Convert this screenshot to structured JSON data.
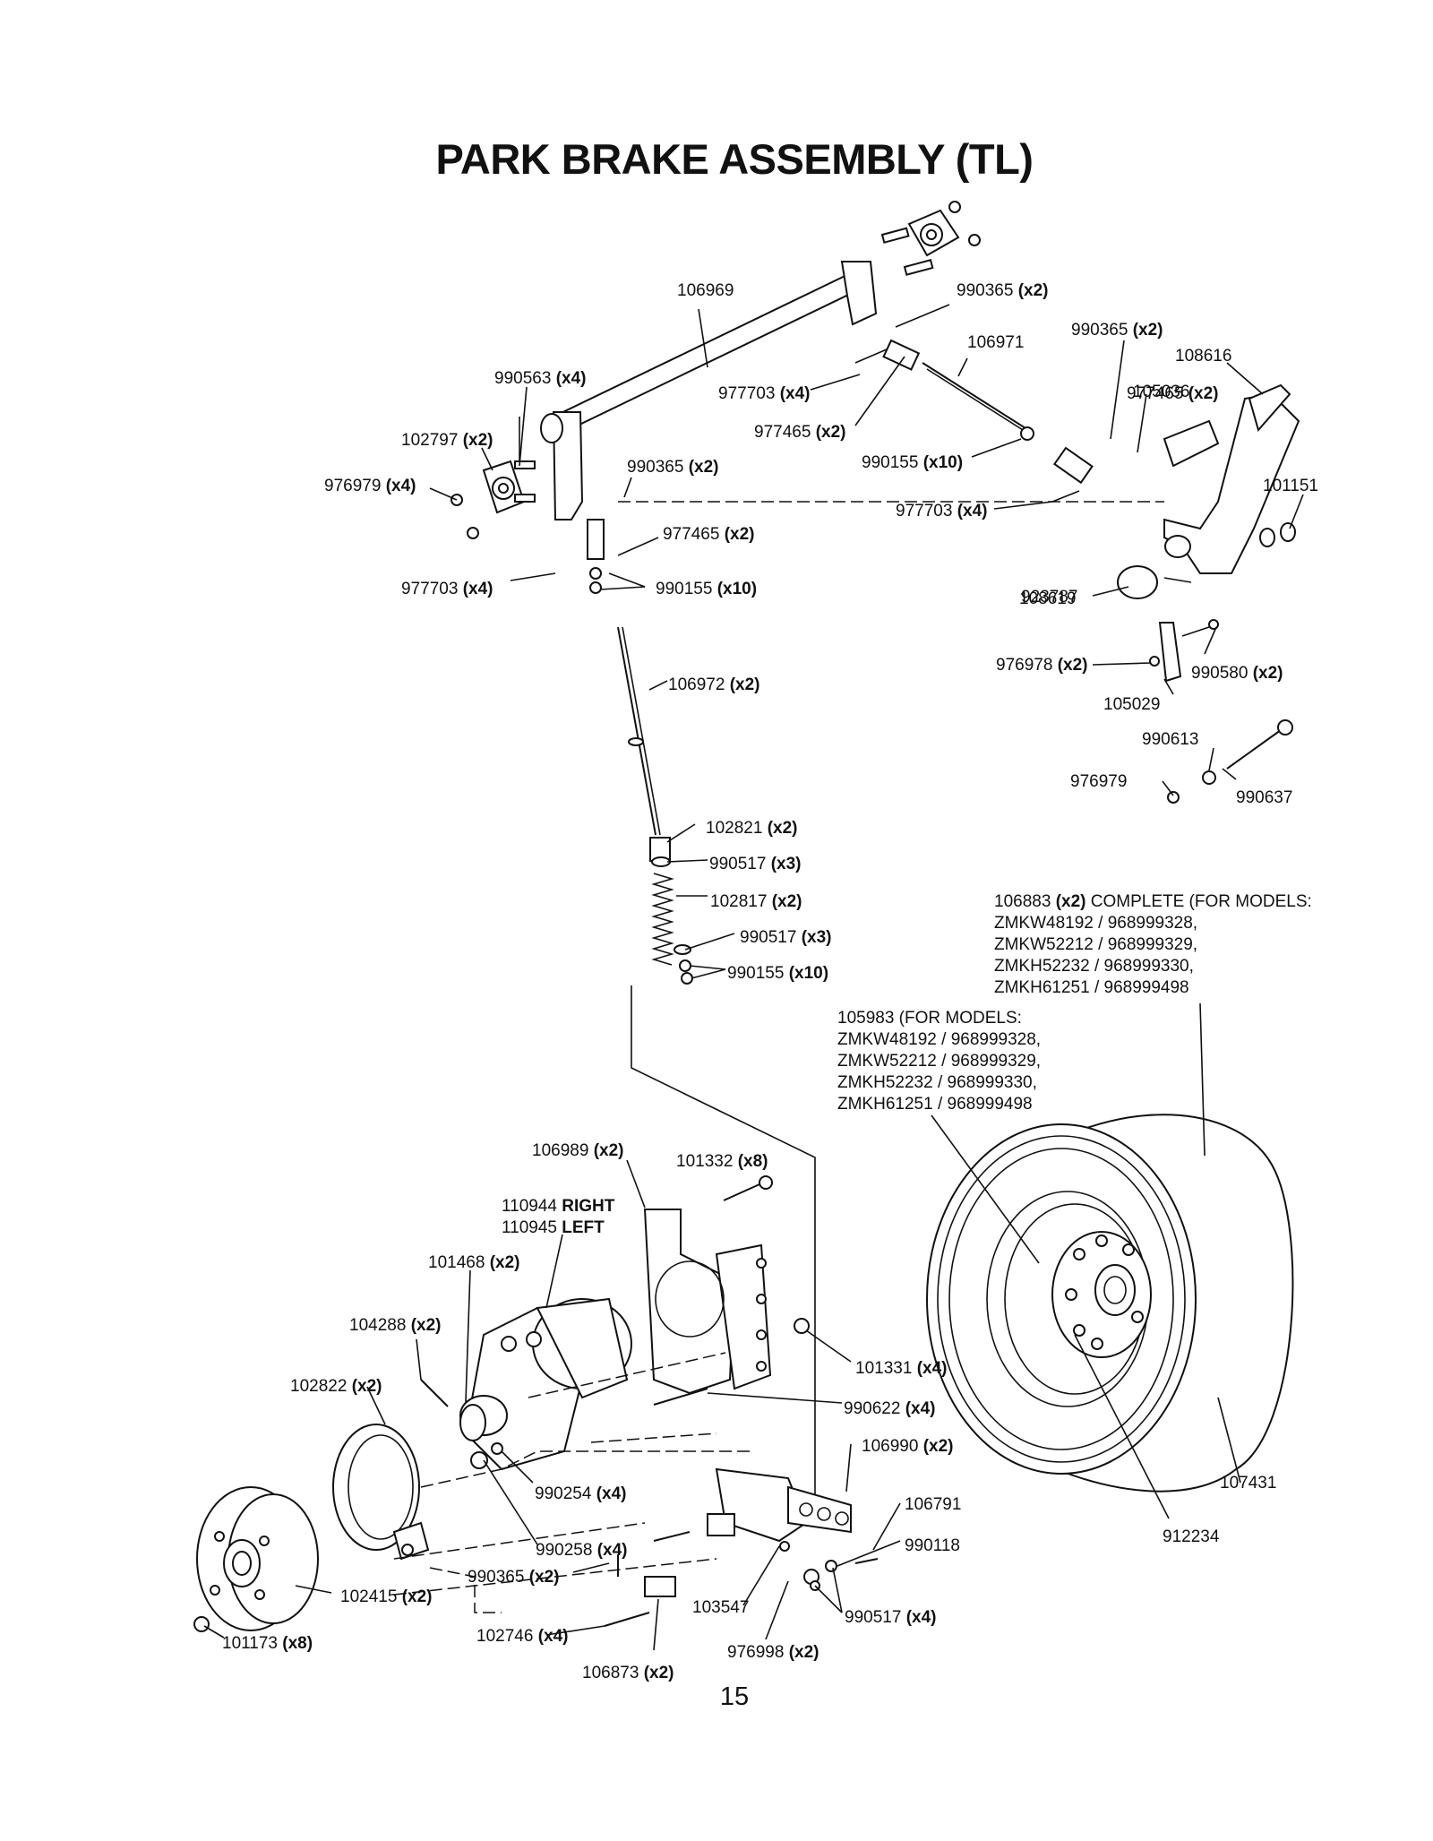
{
  "title": "PARK BRAKE ASSEMBLY (TL)",
  "page_number": "15",
  "callouts": [
    {
      "part": "106969",
      "qty": ""
    },
    {
      "part": "990365",
      "qty": "(x2)"
    },
    {
      "part": "990365",
      "qty": "(x2)"
    },
    {
      "part": "106971",
      "qty": ""
    },
    {
      "part": "108616",
      "qty": ""
    },
    {
      "part": "990563",
      "qty": "(x4)"
    },
    {
      "part": "977703",
      "qty": "(x4)"
    },
    {
      "part": "977465",
      "qty": "(x2)"
    },
    {
      "part": "105036",
      "qty": ""
    },
    {
      "part": "102797",
      "qty": "(x2)"
    },
    {
      "part": "977465",
      "qty": "(x2)"
    },
    {
      "part": "976979",
      "qty": "(x4)"
    },
    {
      "part": "990365",
      "qty": "(x2)"
    },
    {
      "part": "990155",
      "qty": "(x10)"
    },
    {
      "part": "101151",
      "qty": ""
    },
    {
      "part": "977703",
      "qty": "(x4)"
    },
    {
      "part": "977465",
      "qty": "(x2)"
    },
    {
      "part": "977703",
      "qty": "(x4)"
    },
    {
      "part": "990155",
      "qty": "(x10)"
    },
    {
      "part": "923787",
      "qty": ""
    },
    {
      "part": "108619",
      "qty": ""
    },
    {
      "part": "976978",
      "qty": "(x2)"
    },
    {
      "part": "990580",
      "qty": "(x2)"
    },
    {
      "part": "105029",
      "qty": ""
    },
    {
      "part": "106972",
      "qty": "(x2)"
    },
    {
      "part": "990613",
      "qty": ""
    },
    {
      "part": "976979",
      "qty": ""
    },
    {
      "part": "990637",
      "qty": ""
    },
    {
      "part": "102821",
      "qty": "(x2)"
    },
    {
      "part": "990517",
      "qty": "(x3)"
    },
    {
      "part": "102817",
      "qty": "(x2)"
    },
    {
      "part": "990517",
      "qty": "(x3)"
    },
    {
      "part": "990155",
      "qty": "(x10)"
    },
    {
      "part": "106989",
      "qty": "(x2)"
    },
    {
      "part": "101332",
      "qty": "(x8)"
    },
    {
      "part": "101468",
      "qty": "(x2)"
    },
    {
      "part": "104288",
      "qty": "(x2)"
    },
    {
      "part": "101331",
      "qty": "(x4)"
    },
    {
      "part": "102822",
      "qty": "(x2)"
    },
    {
      "part": "990622",
      "qty": "(x4)"
    },
    {
      "part": "106990",
      "qty": "(x2)"
    },
    {
      "part": "990254",
      "qty": "(x4)"
    },
    {
      "part": "106791",
      "qty": ""
    },
    {
      "part": "990258",
      "qty": "(x4)"
    },
    {
      "part": "990118",
      "qty": ""
    },
    {
      "part": "990365",
      "qty": "(x2)"
    },
    {
      "part": "102415",
      "qty": "(x2)"
    },
    {
      "part": "103547",
      "qty": ""
    },
    {
      "part": "990517",
      "qty": "(x4)"
    },
    {
      "part": "102746",
      "qty": "(x4)"
    },
    {
      "part": "976998",
      "qty": "(x2)"
    },
    {
      "part": "101173",
      "qty": "(x8)"
    },
    {
      "part": "106873",
      "qty": "(x2)"
    },
    {
      "part": "107431",
      "qty": ""
    },
    {
      "part": "912234",
      "qty": ""
    }
  ],
  "motor_label": {
    "right_part": "110944",
    "right_word": "RIGHT",
    "left_part": "110945",
    "left_word": "LEFT"
  },
  "wheel_note_complete": {
    "lines": [
      {
        "part": "106883",
        "qty": "(x2)",
        "rest": " COMPLETE (FOR MODELS:"
      },
      {
        "text": "ZMKW48192 / 968999328,"
      },
      {
        "text": "ZMKW52212 / 968999329,"
      },
      {
        "text": "ZMKH52232 / 968999330,"
      },
      {
        "text": "ZMKH61251 / 968999498"
      }
    ]
  },
  "wheel_note_rim": {
    "lines": [
      "105983 (FOR MODELS:",
      "ZMKW48192 / 968999328,",
      "ZMKW52212 / 968999329,",
      "ZMKH52232 / 968999330,",
      "ZMKH61251 / 968999498"
    ]
  }
}
